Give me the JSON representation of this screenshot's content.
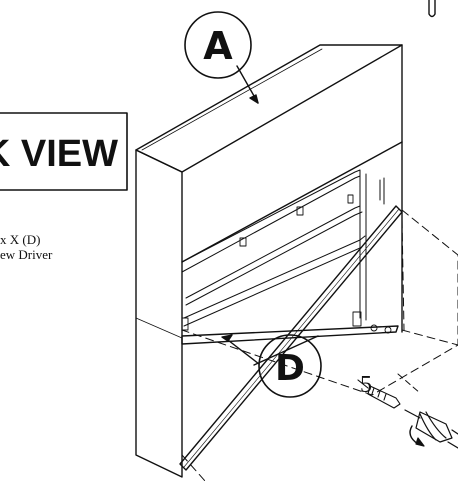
{
  "callouts": {
    "a": "A",
    "d": "D"
  },
  "view_label": "K VIEW",
  "notes": {
    "line1": "x X (D)",
    "line2": "ew Driver"
  },
  "step_number": "5",
  "icons": [
    "screw-icon",
    "screwdriver-icon"
  ]
}
